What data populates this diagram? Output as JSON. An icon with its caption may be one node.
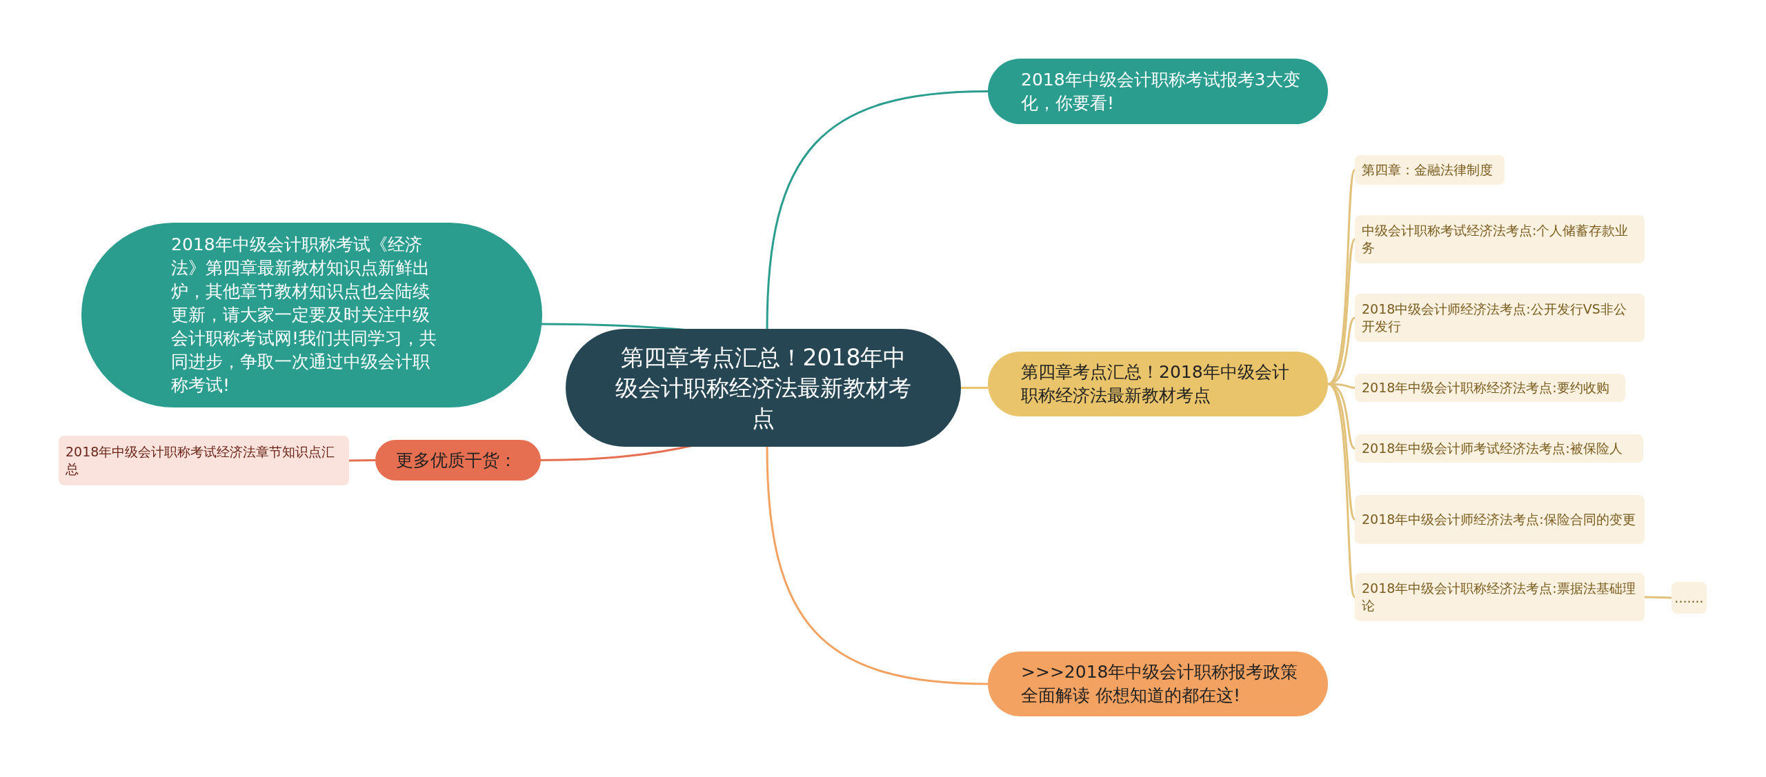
{
  "diagram": {
    "nodes": [
      {
        "text": [
          "第四章考点汇总！2018年中级会计职称经济法最新教材考点"
        ]
      },
      {
        "text": [
          "2018年中级会计职称考试报考3大变化，你要看!"
        ]
      },
      {
        "text": [
          "2018年中级会计职称考试《经济法》第四章最新教材知识点新鲜出炉，其他章节教材知识点也会陆续更新，请大家一定要及时关注中级会计职称考试网!我们共同学习，共同进步，争取一次通过中级会计职称考试!"
        ]
      },
      {
        "text": [
          "第四章考点汇总！2018年中级会计职称经济法最新教材考点"
        ]
      },
      {
        "text": [
          "第四章：金融法律制度"
        ]
      },
      {
        "text": [
          "中级会计职称考试经济法考点:个人储蓄存款业务"
        ]
      },
      {
        "text": [
          "2018中级会计师经济法考点:公开发行VS非公开发行"
        ]
      },
      {
        "text": [
          "2018年中级会计职称经济法考点:要约收购"
        ]
      },
      {
        "text": [
          "2018年中级会计师考试经济法考点:被保险人"
        ]
      },
      {
        "text": [
          "2018年中级会计师经济法考点:保险合同的变更"
        ]
      },
      {
        "text": [
          "2018年中级会计职称经济法考点:票据法基础理论"
        ]
      },
      {
        "text": [
          "......."
        ]
      },
      {
        "text": [
          "更多优质干货："
        ]
      },
      {
        "text": [
          "2018年中级会计职称考试经济法章节知识点汇总"
        ]
      },
      {
        "text": [
          ">>>2018年中级会计职称报考政策全面解读 你想知道的都在这!"
        ]
      }
    ],
    "edges": [
      {
        "from": 0,
        "to": 1,
        "arrow": "none",
        "color": "#2a9d8f"
      },
      {
        "from": 0,
        "to": 2,
        "arrow": "none",
        "color": "#2a9d8f"
      },
      {
        "from": 0,
        "to": 3,
        "arrow": "none",
        "color": "#e9c46a"
      },
      {
        "from": 3,
        "to": 4,
        "arrow": "none"
      },
      {
        "from": 3,
        "to": 5,
        "arrow": "none"
      },
      {
        "from": 3,
        "to": 6,
        "arrow": "none"
      },
      {
        "from": 3,
        "to": 7,
        "arrow": "none"
      },
      {
        "from": 3,
        "to": 8,
        "arrow": "none"
      },
      {
        "from": 3,
        "to": 9,
        "arrow": "none"
      },
      {
        "from": 3,
        "to": 10,
        "arrow": "none"
      },
      {
        "from": 10,
        "to": 11,
        "arrow": "none"
      },
      {
        "from": 0,
        "to": 12,
        "arrow": "none",
        "color": "#e76f51"
      },
      {
        "from": 12,
        "to": 13,
        "arrow": "none",
        "color": "#e76f51"
      },
      {
        "from": 0,
        "to": 14,
        "arrow": "none",
        "color": "#f4a261"
      }
    ]
  }
}
